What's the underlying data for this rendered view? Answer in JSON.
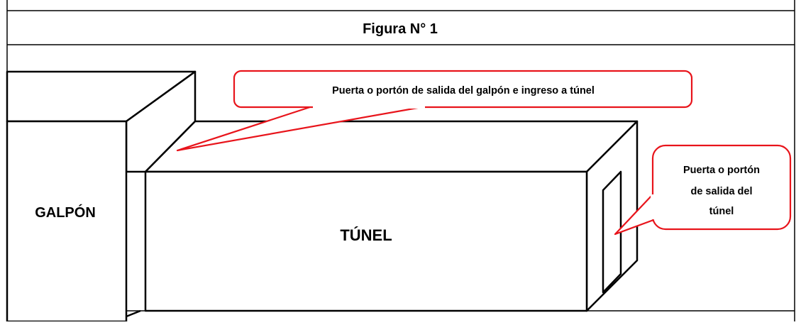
{
  "figure": {
    "title": "Figura N° 1"
  },
  "labels": {
    "galpon": "GALPÓN",
    "tunel": "TÚNEL"
  },
  "callouts": {
    "top": {
      "text": "Puerta o portón de salida del galpón e ingreso a túnel"
    },
    "right": {
      "lines": [
        "Puerta o portón",
        "de salida del",
        "túnel"
      ]
    }
  },
  "colors": {
    "outline": "#000000",
    "callout_border": "#e8141b",
    "background": "#ffffff"
  }
}
